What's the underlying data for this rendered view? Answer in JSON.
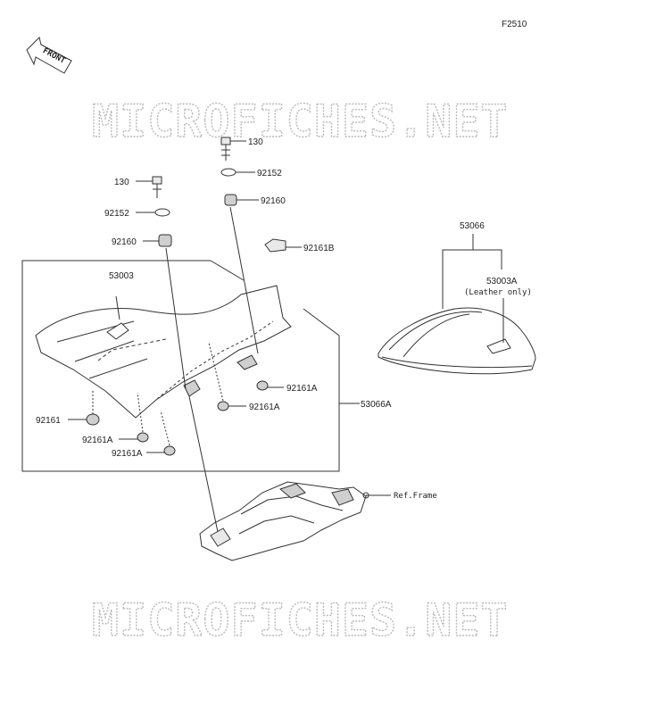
{
  "figure_id": "F2510",
  "front_label": "FRONT",
  "watermark": "MICROFICHES.NET",
  "parts": {
    "bolt_right": "130",
    "collar_right": "92152",
    "damper_right": "92160",
    "bolt_left": "130",
    "collar_left": "92152",
    "damper_left": "92160",
    "stopper_top": "92161B",
    "seat_cover": "53003",
    "stopper_front": "92161",
    "stopper_a1": "92161A",
    "stopper_a2": "92161A",
    "stopper_a3": "92161A",
    "stopper_a4": "92161A",
    "seat_assy": "53066A",
    "seat_leather": "53066",
    "cover_leather": "53003A",
    "cover_leather_note": "(Leather only)",
    "frame_ref": "Ref.Frame"
  }
}
